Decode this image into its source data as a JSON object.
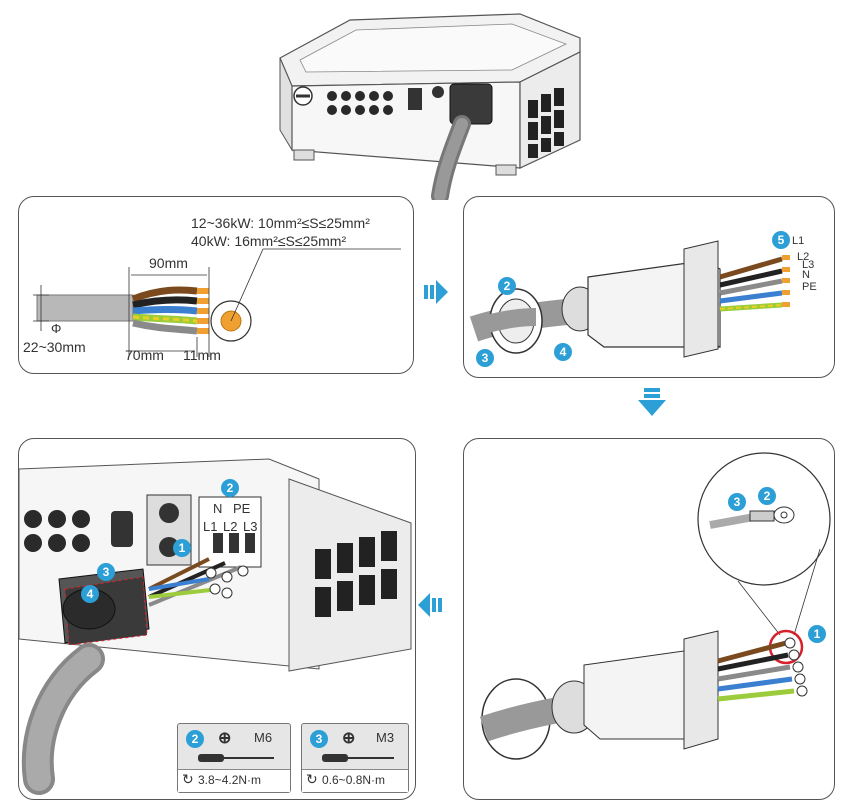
{
  "panel1": {
    "spec_line1": "12~36kW: 10mm²≤S≤25mm²",
    "spec_line2": "40kW: 16mm²≤S≤25mm²",
    "dim_strip": "90mm",
    "dim_phi": "Φ",
    "dim_diameter": "22~30mm",
    "dim_sheath": "70mm",
    "dim_core": "11mm"
  },
  "panel2": {
    "wires": [
      "L1",
      "L2",
      "L3",
      "N",
      "PE"
    ],
    "steps": [
      "2",
      "3",
      "4",
      "5"
    ]
  },
  "panel3": {
    "steps": [
      "1",
      "2",
      "3"
    ]
  },
  "panel4": {
    "terminal_top": [
      "N",
      "PE"
    ],
    "terminal_bottom": [
      "L1",
      "L2",
      "L3"
    ],
    "steps": [
      "1",
      "2",
      "3",
      "4"
    ],
    "spec_left": {
      "step": "2",
      "screw": "M6",
      "torque": "3.8~4.2N·m"
    },
    "spec_right": {
      "step": "3",
      "screw": "M3",
      "torque": "0.6~0.8N·m"
    }
  },
  "colors": {
    "accent": "#2b9fd6",
    "wire_brown": "#7a4a1e",
    "wire_black": "#222222",
    "wire_grey": "#8a8a8a",
    "wire_blue": "#3a7fd0",
    "wire_yellow_green": "#9ccc3c",
    "highlight_red": "#d8202a",
    "copper": "#f0a030"
  }
}
